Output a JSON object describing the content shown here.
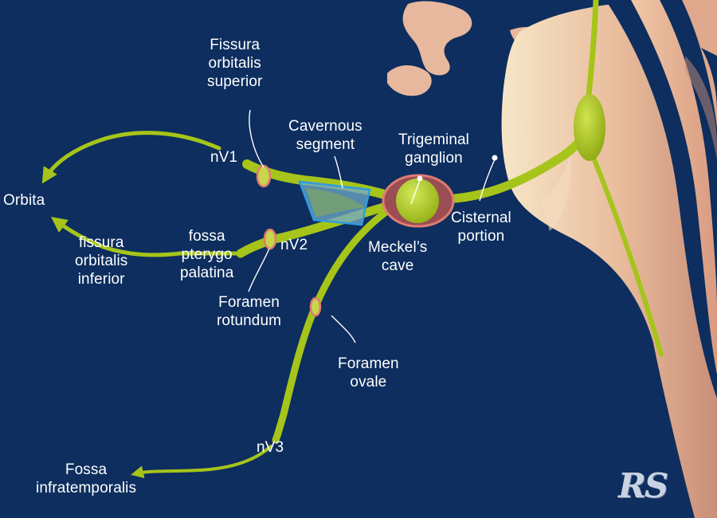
{
  "labels": {
    "fissura_orbitalis_superior": "Fissura\norbitalis\nsuperior",
    "cavernous_segment": "Cavernous\nsegment",
    "trigeminal_ganglion": "Trigeminal\nganglion",
    "nv1": "nV1",
    "orbita": "Orbita",
    "fissura_orbitalis_inferior": "fissura\norbitalis\ninferior",
    "fossa_pterygopalatina": "fossa\npterygo\npalatina",
    "nv2": "nV2",
    "meckels_cave": "Meckel’s\ncave",
    "cisternal_portion": "Cisternal\nportion",
    "foramen_rotundum": "Foramen\nrotundum",
    "foramen_ovale": "Foramen\novale",
    "nv3": "nV3",
    "fossa_infratemporalis": "Fossa\ninfratemporalis"
  },
  "logo": "RS",
  "colors": {
    "background": "#0d2e5e",
    "nerve": "#a6c41a",
    "bone": "#e2b59b",
    "foramen_ring": "#e07a72",
    "cavernous_fill": "#6fa9c9",
    "cavernous_stroke": "#2f9be0",
    "label": "#ffffff"
  }
}
